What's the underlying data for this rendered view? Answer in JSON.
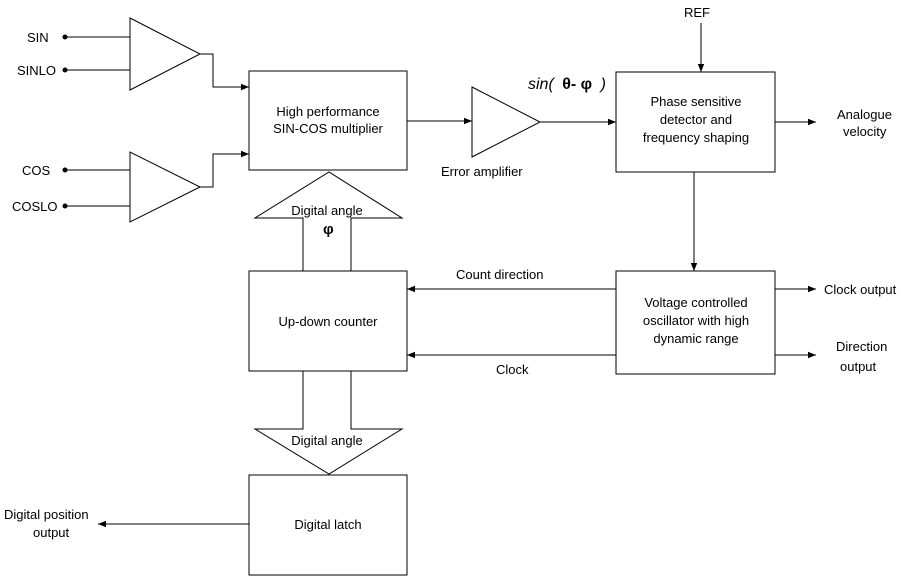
{
  "inputs": {
    "sin": "SIN",
    "sinlo": "SINLO",
    "cos": "COS",
    "coslo": "COSLO",
    "ref": "REF"
  },
  "blocks": {
    "multiplier": [
      "High performance",
      "SIN-COS multiplier"
    ],
    "psd": [
      "Phase sensitive",
      "detector and",
      "frequency shaping"
    ],
    "vco": [
      "Voltage controlled",
      "oscillator with high",
      "dynamic range"
    ],
    "counter": "Up-down counter",
    "latch": "Digital latch"
  },
  "labels": {
    "error_amplifier": "Error amplifier",
    "sin_expr_prefix": "sin(",
    "sin_expr_body": "θ- φ",
    "sin_expr_suffix": ")",
    "digital_angle_up": "Digital angle",
    "phi": "φ",
    "digital_angle_down": "Digital angle",
    "count_direction": "Count direction",
    "clock": "Clock"
  },
  "outputs": {
    "analogue_velocity": [
      "Analogue",
      "velocity"
    ],
    "clock_output": "Clock output",
    "direction_output": [
      "Direction",
      "output"
    ],
    "digital_position_output": [
      "Digital position",
      "output"
    ]
  }
}
